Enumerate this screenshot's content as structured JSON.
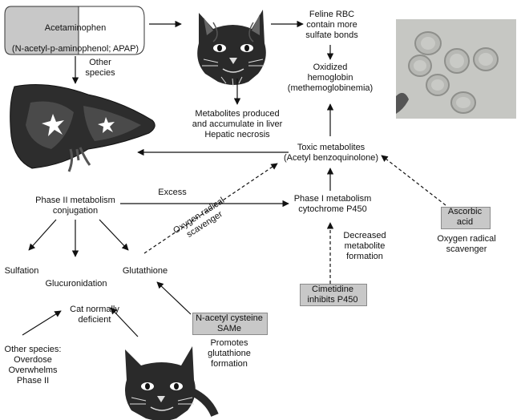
{
  "acetaminophen": {
    "line1": "Acetaminophen",
    "line2": "(N-acetyl-p-aminophenol; APAP)"
  },
  "other_species_top": "Other\nspecies",
  "feline_rbc": "Feline RBC\ncontain more\nsulfate bonds",
  "oxidized_hemoglobin": "Oxidized\nhemoglobin\n(methemoglobinemia)",
  "metabolites_liver": "Metabolites produced\nand accumulate in liver\nHepatic necrosis",
  "toxic_metabolites": "Toxic metabolites\n(Acetyl benzoquinolone)",
  "phase2": "Phase II metabolism\nconjugation",
  "excess": "Excess",
  "phase1": "Phase I metabolism\ncytochrome P450",
  "oxygen_radical_scavenger_diag": "Oxygen radical\nscavenger",
  "ascorbic_acid": "Ascorbic\nacid",
  "oxygen_radical_scavenger_right": "Oxygen radical\nscavenger",
  "decreased_metabolite": "Decreased\nmetabolite\nformation",
  "sulfation": "Sulfation",
  "glucuronidation": "Glucuronidation",
  "glutathione": "Glutathione",
  "cimetidine": "Cimetidine\ninhibits P450",
  "n_acetyl": "N-acetyl cysteine\nSAMe",
  "promotes_glutathione": "Promotes\nglutathione\nformation",
  "cat_deficient": "Cat normally\ndeficient",
  "other_species_bottom": "Other species:\nOverdose\nOverwhelms\nPhase II",
  "icons": [
    "cat-head-icon",
    "liver-icon",
    "rbc-micrograph"
  ]
}
